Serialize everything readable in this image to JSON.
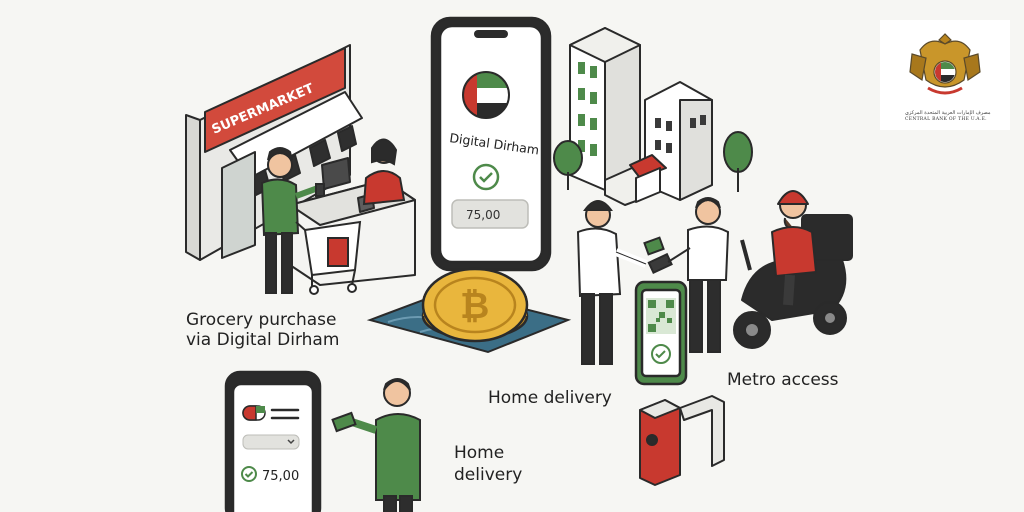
{
  "captions": {
    "grocery_line1": "Grocery purchase",
    "grocery_line2": "via Digital Dirham",
    "home_delivery_1": "Home delivery",
    "metro_access": "Metro access",
    "home_delivery_2": "Home delivery"
  },
  "supermarket_sign": "SUPERMARKET",
  "big_phone": {
    "label": "Digital Dirham",
    "amount": "75,00"
  },
  "small_phone": {
    "amount": "75,00"
  },
  "logo": {
    "arabic_text": "مصرف الإمارات العربية المتحدة المركزي",
    "english_text": "CENTRAL BANK OF THE U.A.E."
  },
  "colors": {
    "green": "#4e8a4a",
    "red": "#c8392f",
    "sign_red": "#d24a3c",
    "coin_gold": "#e9b63d",
    "outline": "#2a2a2a"
  },
  "icons": [
    "uae-flag-icon",
    "checkmark-icon",
    "bitcoin-coin-icon",
    "qr-code-icon",
    "metro-gate-icon",
    "emblem-icon"
  ]
}
